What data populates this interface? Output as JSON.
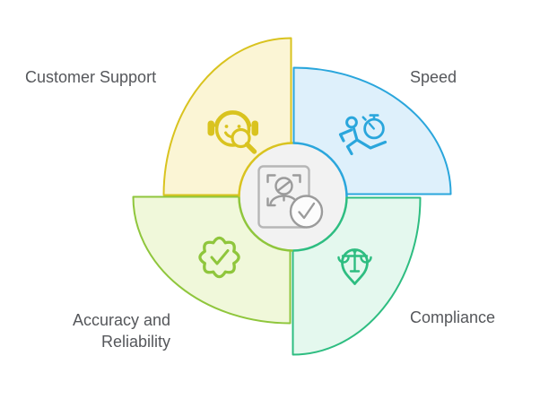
{
  "canvas": {
    "background": "#ffffff",
    "text_color": "#55575b"
  },
  "segments": [
    {
      "label": "Customer Support",
      "icon": "headset-agent-icon",
      "position": "top-left",
      "stroke_color": "#d9c31f",
      "fill_color": "#fbf5d5"
    },
    {
      "label": "Speed",
      "icon": "runner-stopwatch-icon",
      "position": "top-right",
      "stroke_color": "#2aa6dc",
      "fill_color": "#def0fb"
    },
    {
      "label": "Accuracy and Reliability",
      "label_lines": [
        "Accuracy and",
        "Reliability"
      ],
      "icon": "certified-badge-check-icon",
      "position": "bottom-left",
      "stroke_color": "#8fc63c",
      "fill_color": "#f0f8da"
    },
    {
      "label": "Compliance",
      "icon": "legal-scales-pin-icon",
      "position": "bottom-right",
      "stroke_color": "#2ebd81",
      "fill_color": "#e4f8ee"
    }
  ],
  "center_badge": {
    "icon": "identity-document-check-icon",
    "fill": "#f2f2f2",
    "icon_color": "#9b9b9b",
    "document_color": "#b6b6b6",
    "check_bg": "#fcfcfc"
  }
}
